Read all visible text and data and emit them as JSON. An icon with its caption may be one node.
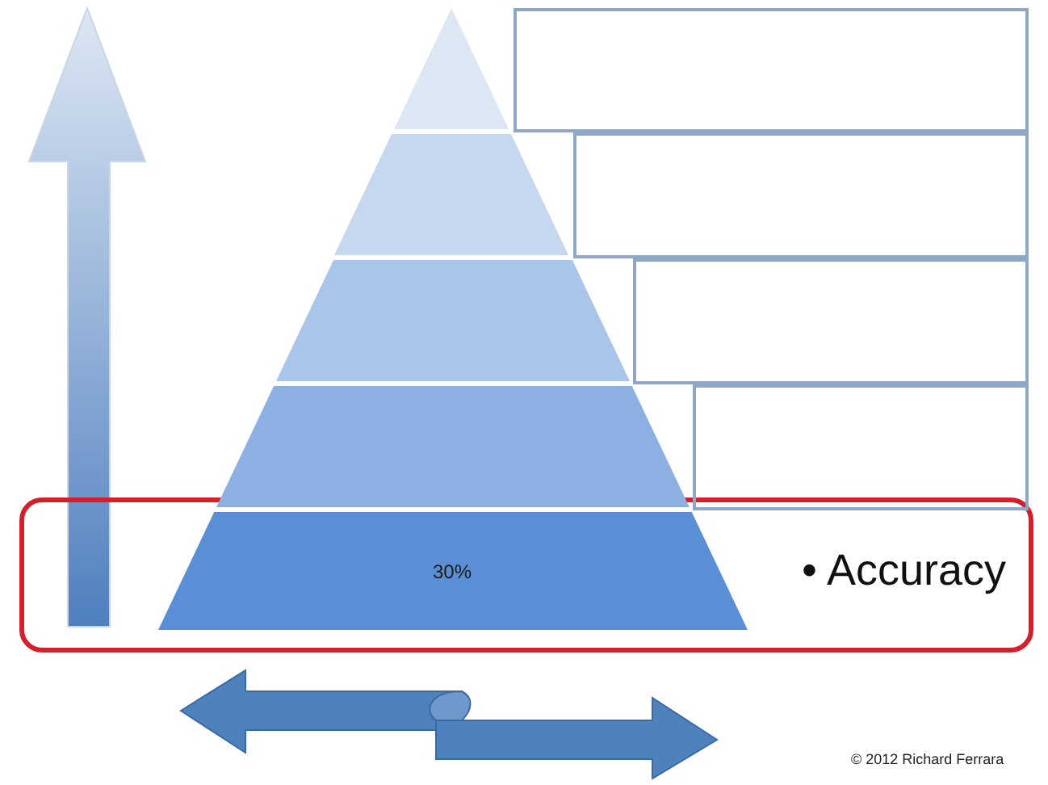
{
  "diagram": {
    "nodes": [
      {
        "text": [],
        "shape": "box"
      },
      {
        "text": [],
        "shape": "triangle"
      },
      {
        "text": [],
        "shape": "trapezoid"
      },
      {
        "text": [],
        "shape": "trapezoid"
      },
      {
        "text": [],
        "shape": "trapezoid"
      },
      {
        "text": [
          "30%"
        ],
        "in": 0
      },
      {
        "text": [],
        "shape": "box"
      },
      {
        "text": [],
        "shape": "box"
      },
      {
        "text": [],
        "shape": "box"
      },
      {
        "text": [],
        "shape": "box"
      },
      {
        "text": [
          "• Accuracy"
        ],
        "in": 0
      }
    ],
    "edges": [],
    "labels": [
      "© 2012 Richard Ferrara"
    ]
  }
}
